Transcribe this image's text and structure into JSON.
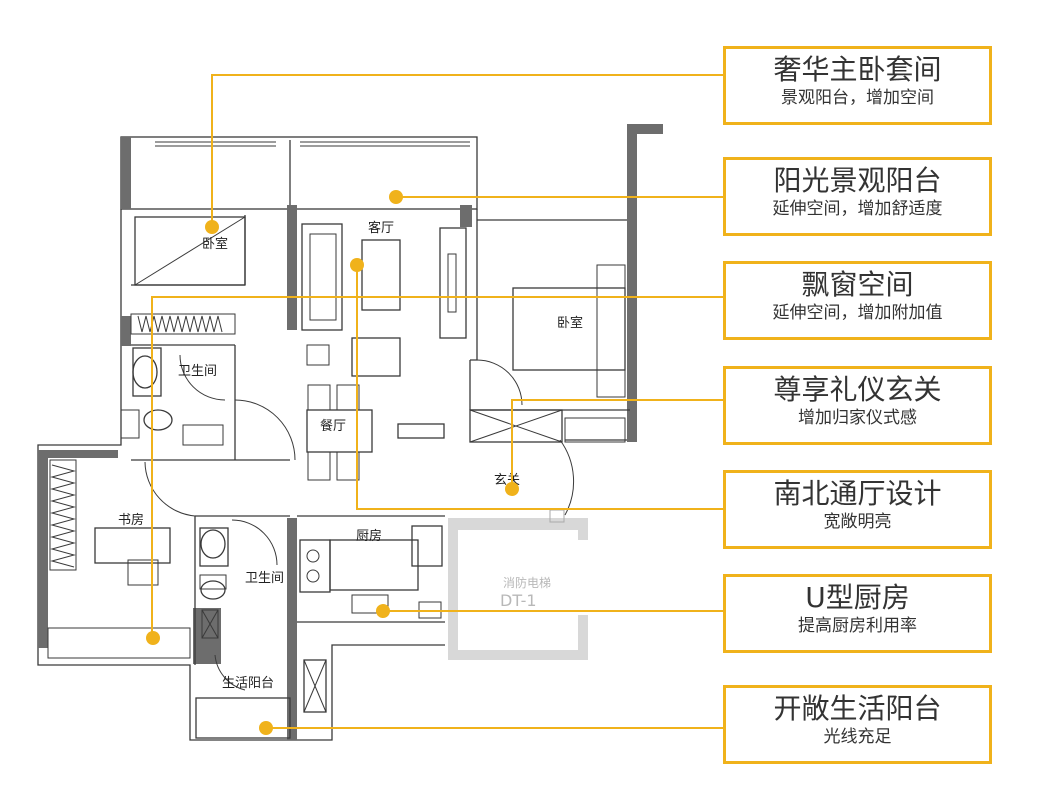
{
  "rooms": {
    "master_bedroom": "卧室",
    "living_room": "客厅",
    "second_bedroom": "卧室",
    "bathroom_main": "卫生间",
    "dining_room": "餐厅",
    "foyer": "玄关",
    "study": "书房",
    "kitchen": "厨房",
    "bathroom_second": "卫生间",
    "service_balcony": "生活阳台",
    "elevator": "消防电梯",
    "elevator_code": "DT-1"
  },
  "callouts": [
    {
      "title": "奢华主卧套间",
      "subtitle": "景观阳台，增加空间"
    },
    {
      "title": "阳光景观阳台",
      "subtitle": "延伸空间，增加舒适度"
    },
    {
      "title": "飘窗空间",
      "subtitle": "延伸空间，增加附加值"
    },
    {
      "title": "尊享礼仪玄关",
      "subtitle": "增加归家仪式感"
    },
    {
      "title": "南北通厅设计",
      "subtitle": "宽敞明亮"
    },
    {
      "title": "U型厨房",
      "subtitle": "提高厨房利用率"
    },
    {
      "title": "开敞生活阳台",
      "subtitle": "光线充足"
    }
  ],
  "colors": {
    "accent": "#f0b21b",
    "wall": "#6d6d6d",
    "text": "#333333"
  }
}
